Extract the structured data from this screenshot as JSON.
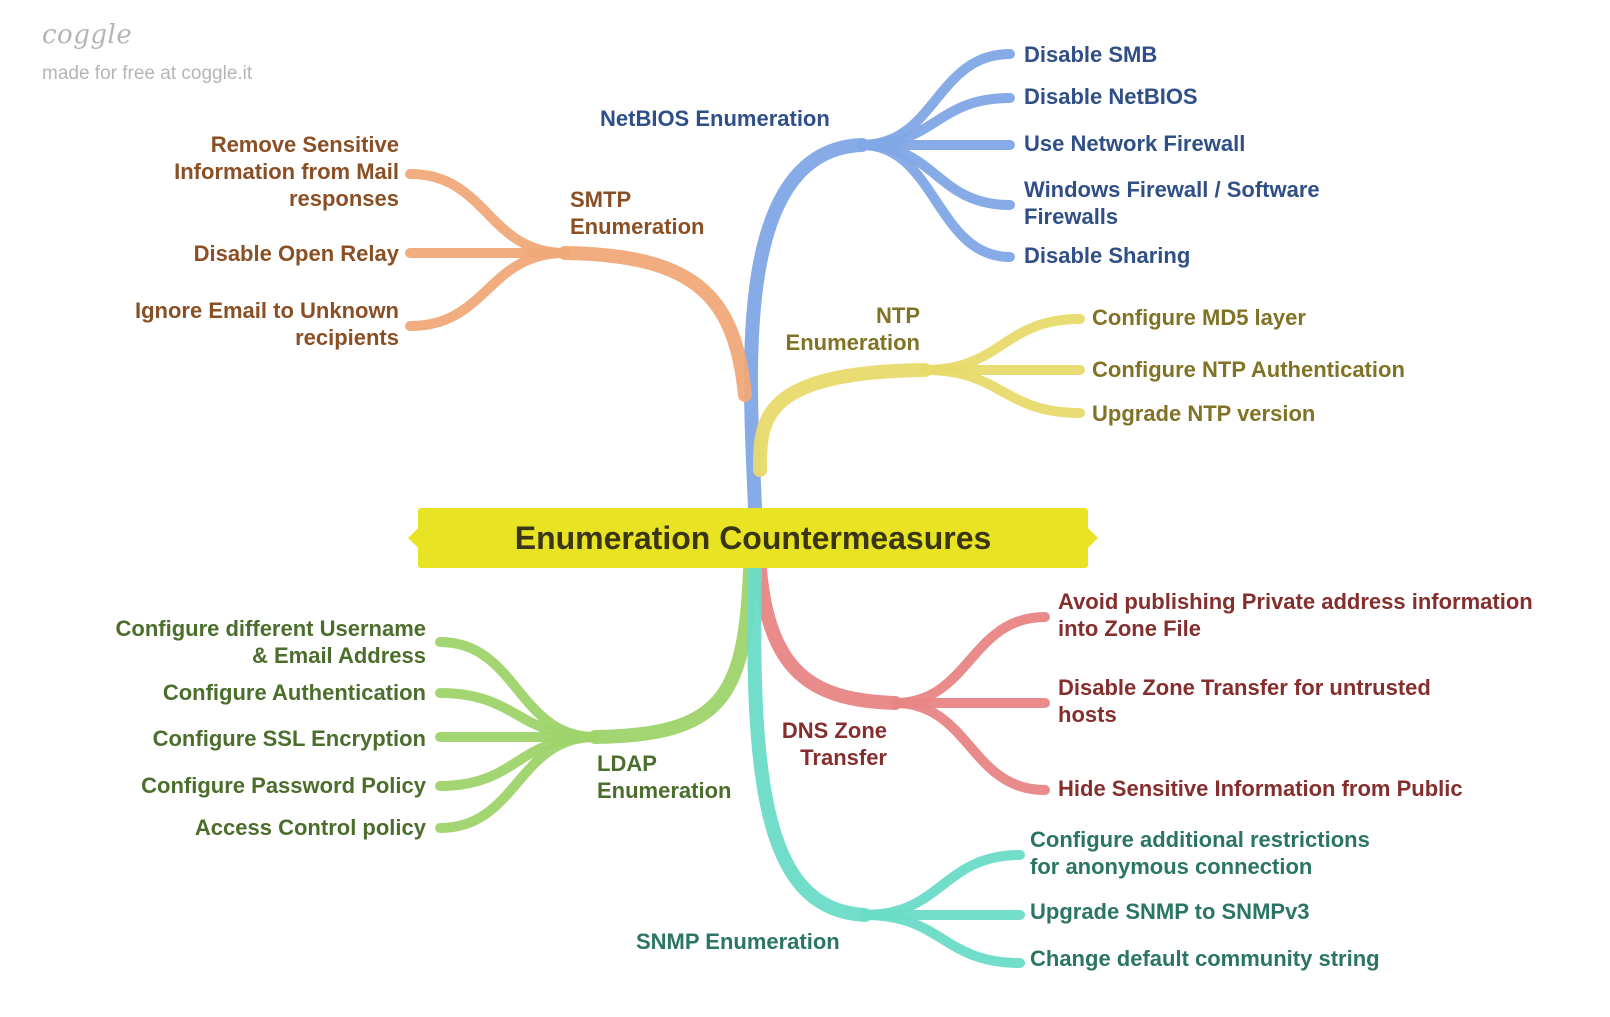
{
  "branding": {
    "logo": "coggle",
    "credit": "made for free at coggle.it"
  },
  "root": {
    "label": "Enumeration Countermeasures",
    "color": "#e8e323"
  },
  "branches": {
    "netbios": {
      "label": "NetBIOS Enumeration",
      "color": "#7fa6e6",
      "items": [
        "Disable SMB",
        "Disable NetBIOS",
        "Use Network Firewall",
        "Windows Firewall / Software\nFirewalls",
        "Disable Sharing"
      ]
    },
    "smtp": {
      "label": "SMTP\nEnumeration",
      "color": "#f0a878",
      "items": [
        "Remove Sensitive\nInformation from Mail\nresponses",
        "Disable Open Relay",
        "Ignore Email to Unknown\nrecipients"
      ]
    },
    "ntp": {
      "label": "NTP\nEnumeration",
      "color": "#e8da6a",
      "items": [
        "Configure MD5 layer",
        "Configure NTP Authentication",
        "Upgrade NTP version"
      ]
    },
    "dns": {
      "label": "DNS Zone\nTransfer",
      "color": "#e88585",
      "items": [
        "Avoid publishing Private address information\ninto Zone File",
        "Disable Zone Transfer for untrusted\nhosts",
        "Hide Sensitive Information from Public"
      ]
    },
    "ldap": {
      "label": "LDAP\nEnumeration",
      "color": "#9ed46a",
      "items": [
        "Configure different Username\n& Email Address",
        "Configure Authentication",
        "Configure SSL Encryption",
        "Configure Password Policy",
        "Access Control policy"
      ]
    },
    "snmp": {
      "label": "SNMP Enumeration",
      "color": "#6adcc6",
      "items": [
        "Configure additional restrictions\nfor anonymous connection",
        "Upgrade SNMP to SNMPv3",
        "Change default community string"
      ]
    }
  }
}
